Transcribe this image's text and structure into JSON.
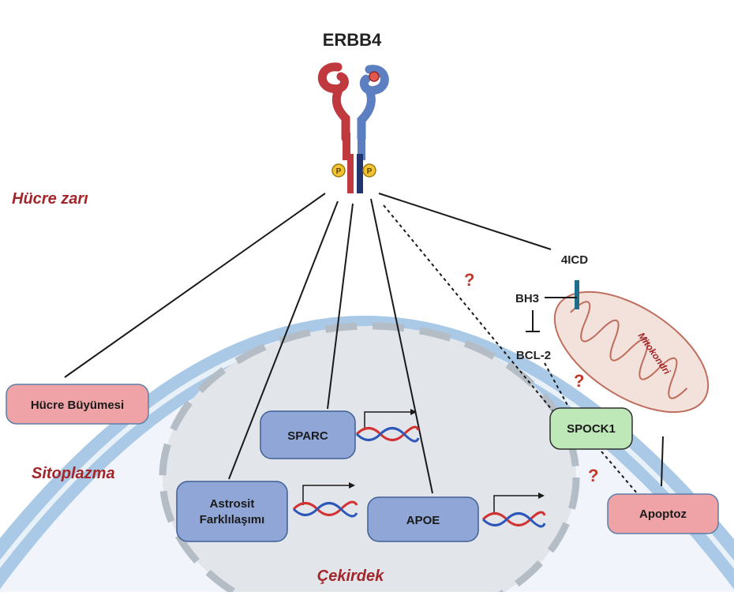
{
  "receptor": {
    "name": "ERBB4",
    "phospho": "P"
  },
  "regions": {
    "membrane": "Hücre zarı",
    "cytoplasm": "Sitoplazma",
    "nucleus": "Çekirdek",
    "mitochondria": "Mitokondri"
  },
  "nodes": {
    "icd": "4ICD",
    "bh3": "BH3",
    "bcl2": "BCL-2",
    "cell_growth": "Hücre Büyümesi",
    "sparc": "SPARC",
    "astro_line1": "Astrosit",
    "astro_line2": "Farklılaşımı",
    "apoe": "APOE",
    "spock1": "SPOCK1",
    "apoptosis": "Apoptoz"
  },
  "unknown_mark": "?",
  "colors": {
    "membrane": "#a9c9e6",
    "cytoplasm": "#f1f5fb",
    "nucleus": "#e2e5ea",
    "nucleus_border": "#b4bcc6",
    "receptor_red": "#c0393f",
    "receptor_blue": "#5b7fc0",
    "box_blue": "#8fa6d6",
    "box_pink": "#efa3a6",
    "box_green": "#bfe8b8",
    "mito": "#f3e2dc",
    "mito_border": "#bf6e5d",
    "label_red": "#a3262a"
  }
}
